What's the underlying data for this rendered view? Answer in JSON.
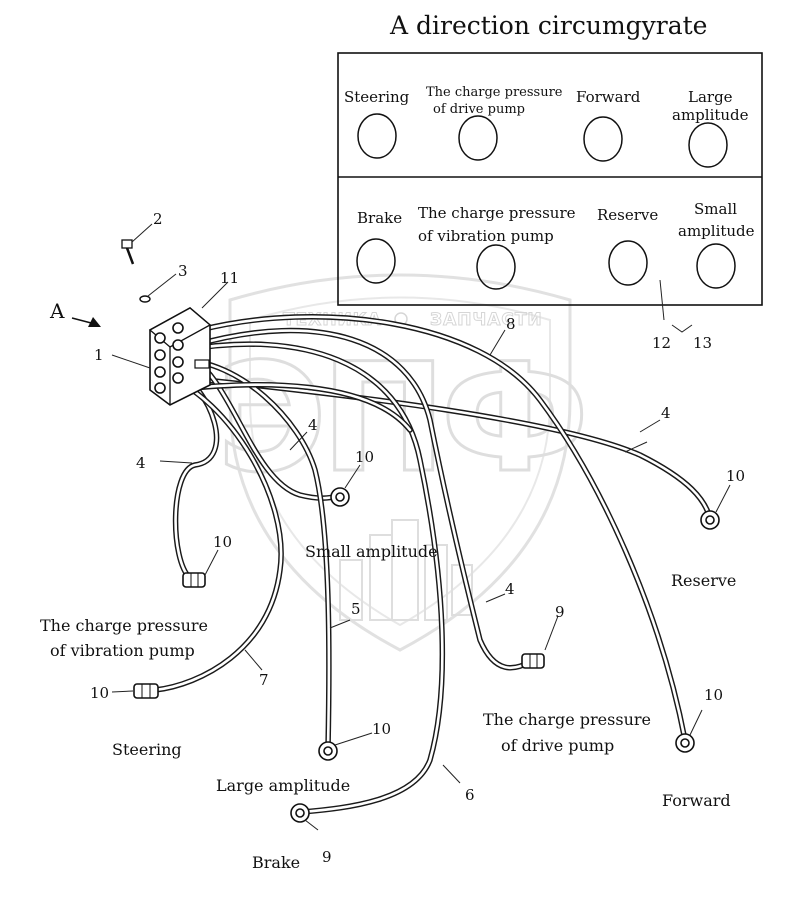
{
  "title": "A direction circumgyrate",
  "view_label": "A",
  "watermark": {
    "text_left": "ТЕХНИКА",
    "text_right": "ЗАПЧАСТИ",
    "letters": "ЭПФ"
  },
  "panel": {
    "top_row": [
      {
        "line1": "Steering",
        "line2": ""
      },
      {
        "line1": "The charge pressure",
        "line2": "of drive pump"
      },
      {
        "line1": "Forward",
        "line2": ""
      },
      {
        "line1": "Large",
        "line2": "amplitude"
      }
    ],
    "bottom_row": [
      {
        "line1": "Brake",
        "line2": ""
      },
      {
        "line1": "The charge pressure",
        "line2": "of vibration pump"
      },
      {
        "line1": "Reserve",
        "line2": ""
      },
      {
        "line1": "Small",
        "line2": "amplitude"
      }
    ]
  },
  "part_numbers": {
    "p1": "1",
    "p2": "2",
    "p3": "3",
    "p11": "11",
    "p8": "8",
    "p12": "12",
    "p13": "13",
    "p4a": "4",
    "p4b": "4",
    "p4c": "4",
    "p4d": "4",
    "p5": "5",
    "p6": "6",
    "p7": "7",
    "p9a": "9",
    "p9b": "9",
    "p10a": "10",
    "p10b": "10",
    "p10c": "10",
    "p10d": "10",
    "p10e": "10",
    "p10f": "10"
  },
  "labels": {
    "small_amplitude": "Small amplitude",
    "reserve": "Reserve",
    "vib_line1": "The charge pressure",
    "vib_line2": "of vibration pump",
    "drive_line1": "The charge pressure",
    "drive_line2": "of drive pump",
    "steering": "Steering",
    "large_amplitude": "Large amplitude",
    "forward": "Forward",
    "brake": "Brake"
  }
}
